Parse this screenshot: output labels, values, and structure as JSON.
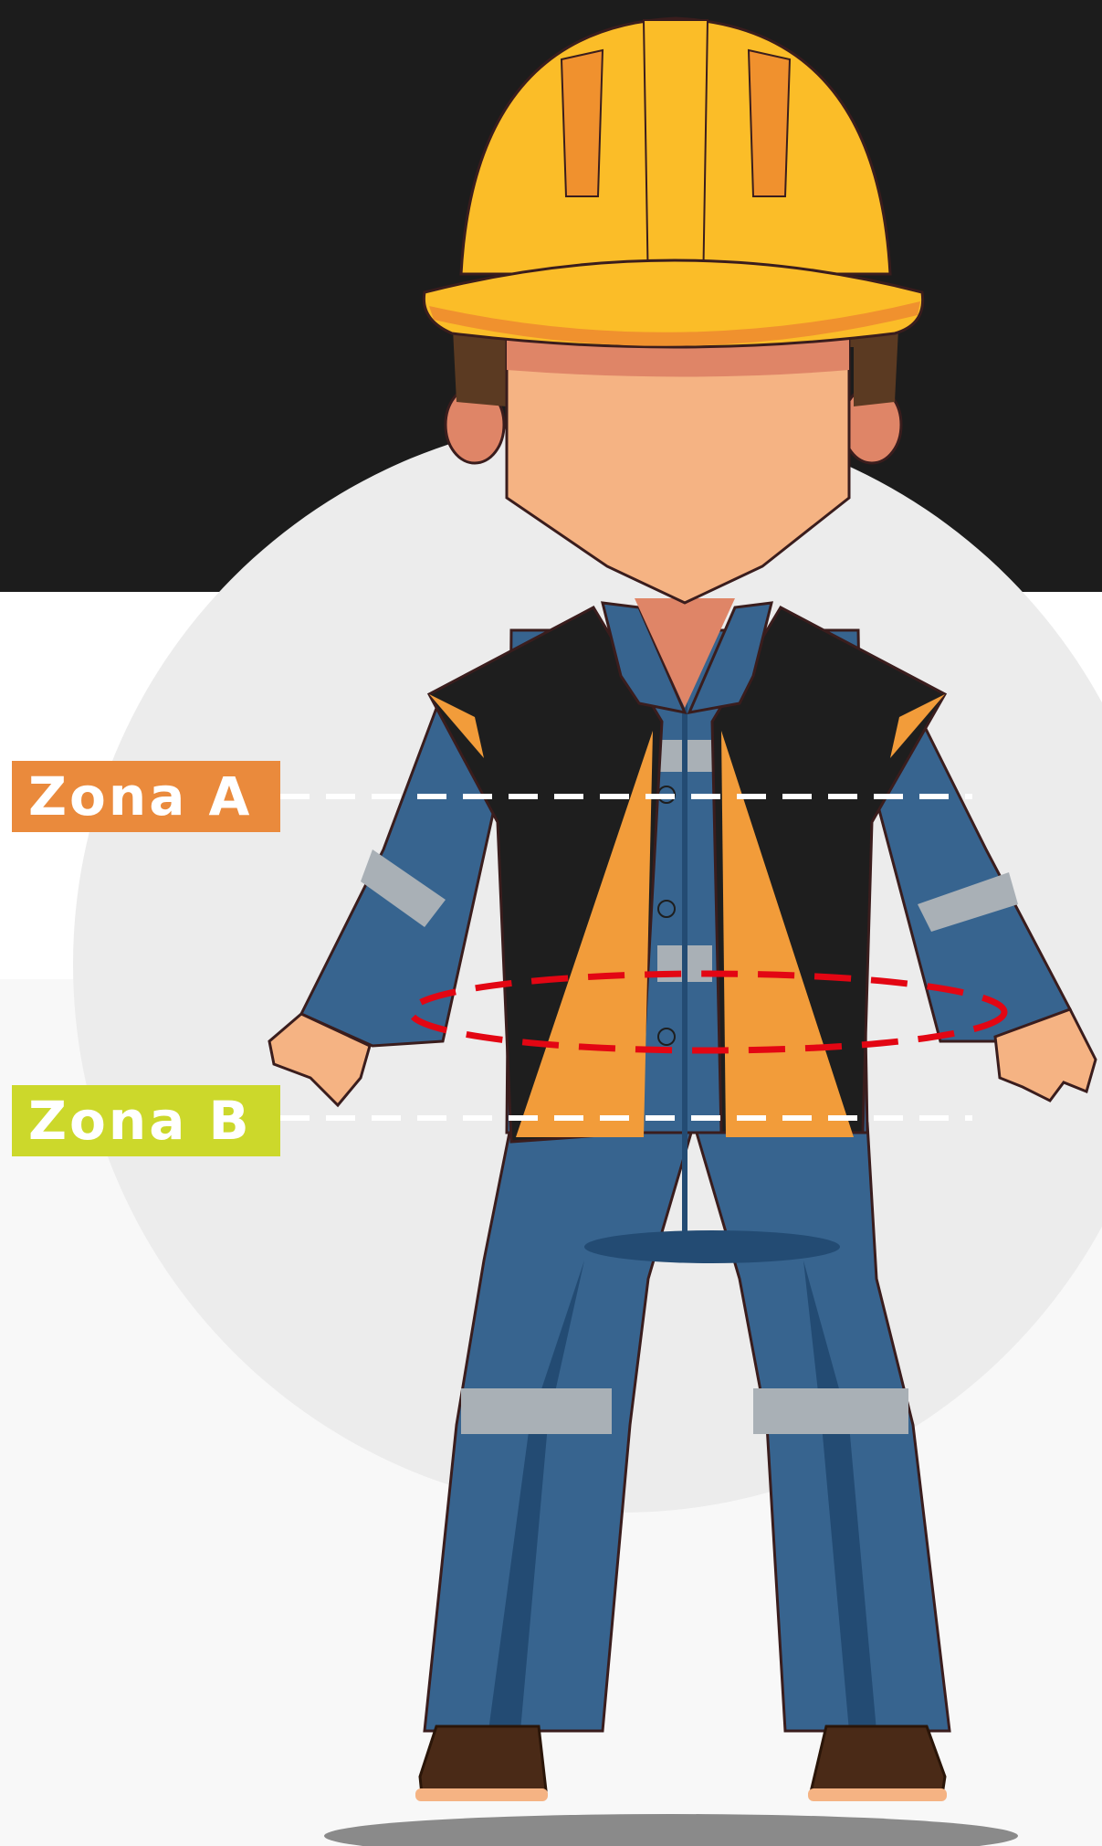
{
  "zones": {
    "a": {
      "label": "Zona A",
      "color": "#ea8a3c"
    },
    "b": {
      "label": "Zona B",
      "color": "#ccd82b"
    }
  },
  "colors": {
    "helmet": "#fbbd28",
    "helmet_stripe": "#f0912e",
    "skin": "#f5b383",
    "uniform": "#37648f",
    "uniform_dark": "#234b73",
    "vest": "#1e1e1e",
    "vest_stripe": "#f29c3a",
    "reflective": "#a9b0b6",
    "waist_marker": "#e30613"
  },
  "illustration": {
    "subject": "construction-worker",
    "icons": [
      "hard-hat-icon",
      "safety-vest-icon",
      "waist-marker-icon"
    ]
  }
}
